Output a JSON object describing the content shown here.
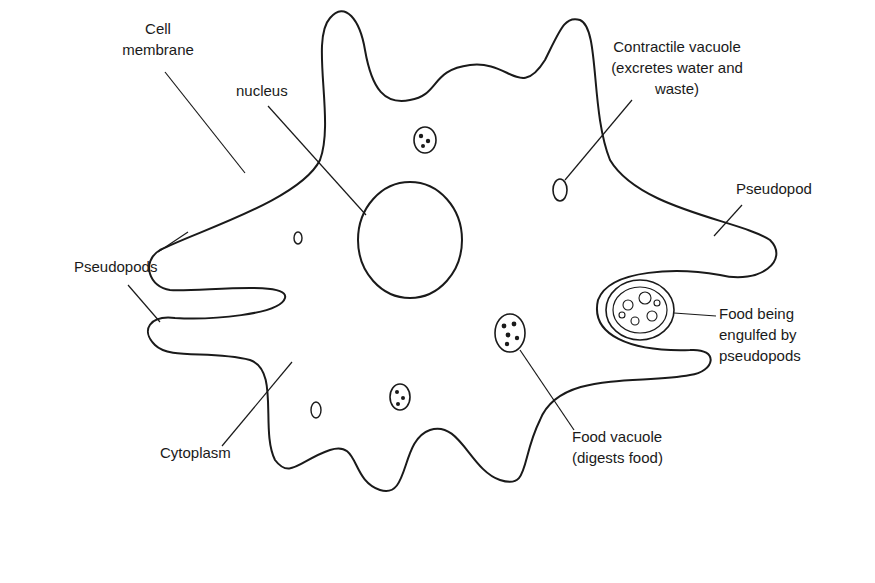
{
  "diagram": {
    "labels": [
      "Cell membrane",
      "nucleus",
      "Contractile vacuole (excretes water and waste)",
      "Pseudopod",
      "Pseudopods",
      "Food being engulfed by pseudopods",
      "Food vacuole (digests food)",
      "Cytoplasm"
    ]
  }
}
